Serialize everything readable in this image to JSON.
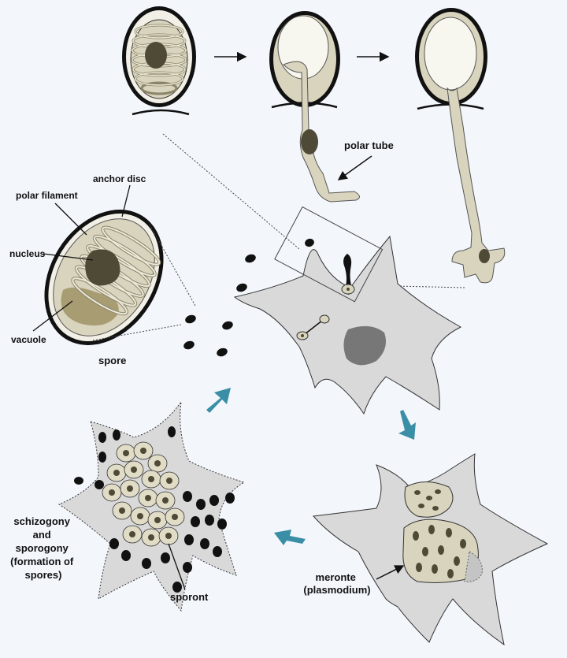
{
  "labels": {
    "anchor_disc": "anchor disc",
    "polar_filament": "polar filament",
    "nucleus": "nucleus",
    "vacuole": "vacuole",
    "spore": "spore",
    "polar_tube": "polar tube",
    "meronte": [
      "meronte",
      "(plasmodium)"
    ],
    "schizogony": [
      "schizogony",
      "and",
      "sporogony",
      "(formation of",
      "spores)"
    ],
    "sporont": "sporont"
  },
  "colors": {
    "background": "#f3f7fc",
    "host_cell": "#d9d9d9",
    "spore_body": "#d9d4bd",
    "spore_inner": "#f2f0e6",
    "nucleus_dark": "#4f4a36",
    "cycle_arrow": "#3a8ea5",
    "outline": "#111111"
  }
}
